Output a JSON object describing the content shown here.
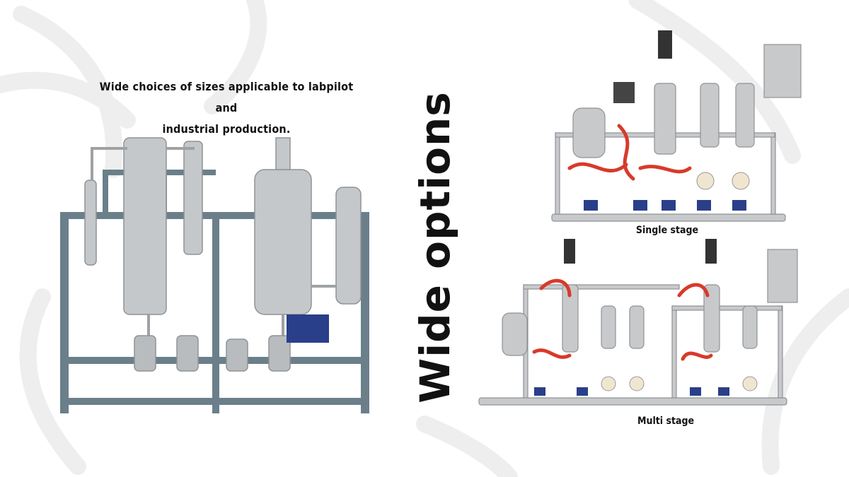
{
  "headline": {
    "line1": "Wide choices of sizes applicable to labpilot and",
    "line2": "industrial production."
  },
  "vertical_title": "Wide options",
  "captions": {
    "single": "Single stage",
    "multi": "Multi stage"
  },
  "colors": {
    "frame_blue_gray": "#6b7f8a",
    "steel": "#b9bcbe",
    "tube_red": "#d83a2a",
    "pump_blue": "#2a3f8a",
    "text": "#111111"
  },
  "icons": [
    "leaf-watermark-icon"
  ]
}
